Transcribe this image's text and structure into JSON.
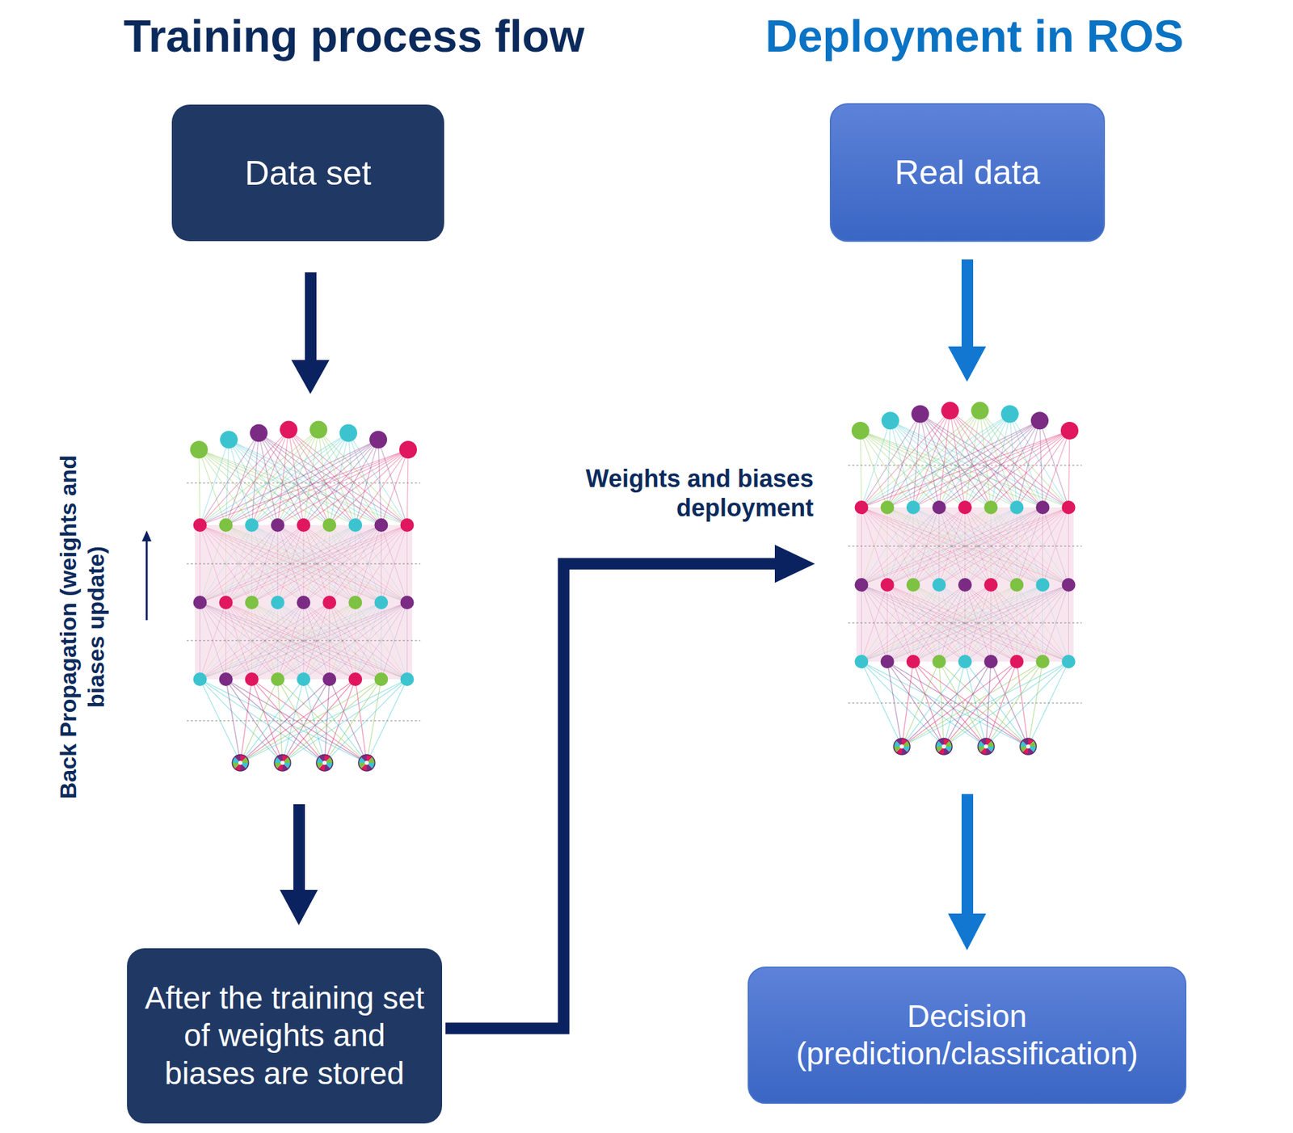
{
  "diagram": {
    "nodes": [
      {
        "text": [
          "Data set"
        ]
      },
      {
        "text": [
          "After the training set of weights and biases are stored"
        ]
      },
      {
        "text": [
          "Real data"
        ]
      },
      {
        "text": [
          "Decision (prediction/classification)"
        ]
      }
    ],
    "labels": [
      "Training process flow",
      "Deployment in ROS",
      "Back Propagation (weights and biases update)",
      "Weights and biases deployment"
    ]
  }
}
